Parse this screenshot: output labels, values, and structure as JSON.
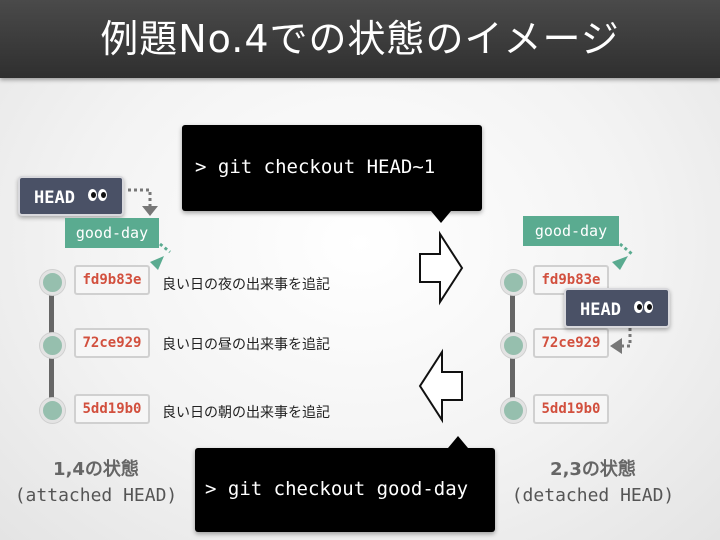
{
  "title": "例題No.4での状態のイメージ",
  "commands": {
    "checkout_head": "> git checkout HEAD~1",
    "checkout_branch": "> git checkout good-day"
  },
  "branch_name": "good-day",
  "head_label": "HEAD",
  "commits": [
    {
      "hash": "fd9b83e",
      "message": "良い日の夜の出来事を追記"
    },
    {
      "hash": "72ce929",
      "message": "良い日の昼の出来事を追記"
    },
    {
      "hash": "5dd19b0",
      "message": "良い日の朝の出来事を追記"
    }
  ],
  "left_state": {
    "title": "1,4の状態",
    "subtitle": "(attached HEAD)"
  },
  "right_state": {
    "title": "2,3の状態",
    "subtitle": "(detached HEAD)"
  },
  "colors": {
    "branch": "#5aab90",
    "head": "#4a5166",
    "hash_text": "#d2503e",
    "node": "#96bfae"
  },
  "icons": [
    "eyes-icon",
    "right-arrow-icon",
    "left-arrow-icon"
  ]
}
